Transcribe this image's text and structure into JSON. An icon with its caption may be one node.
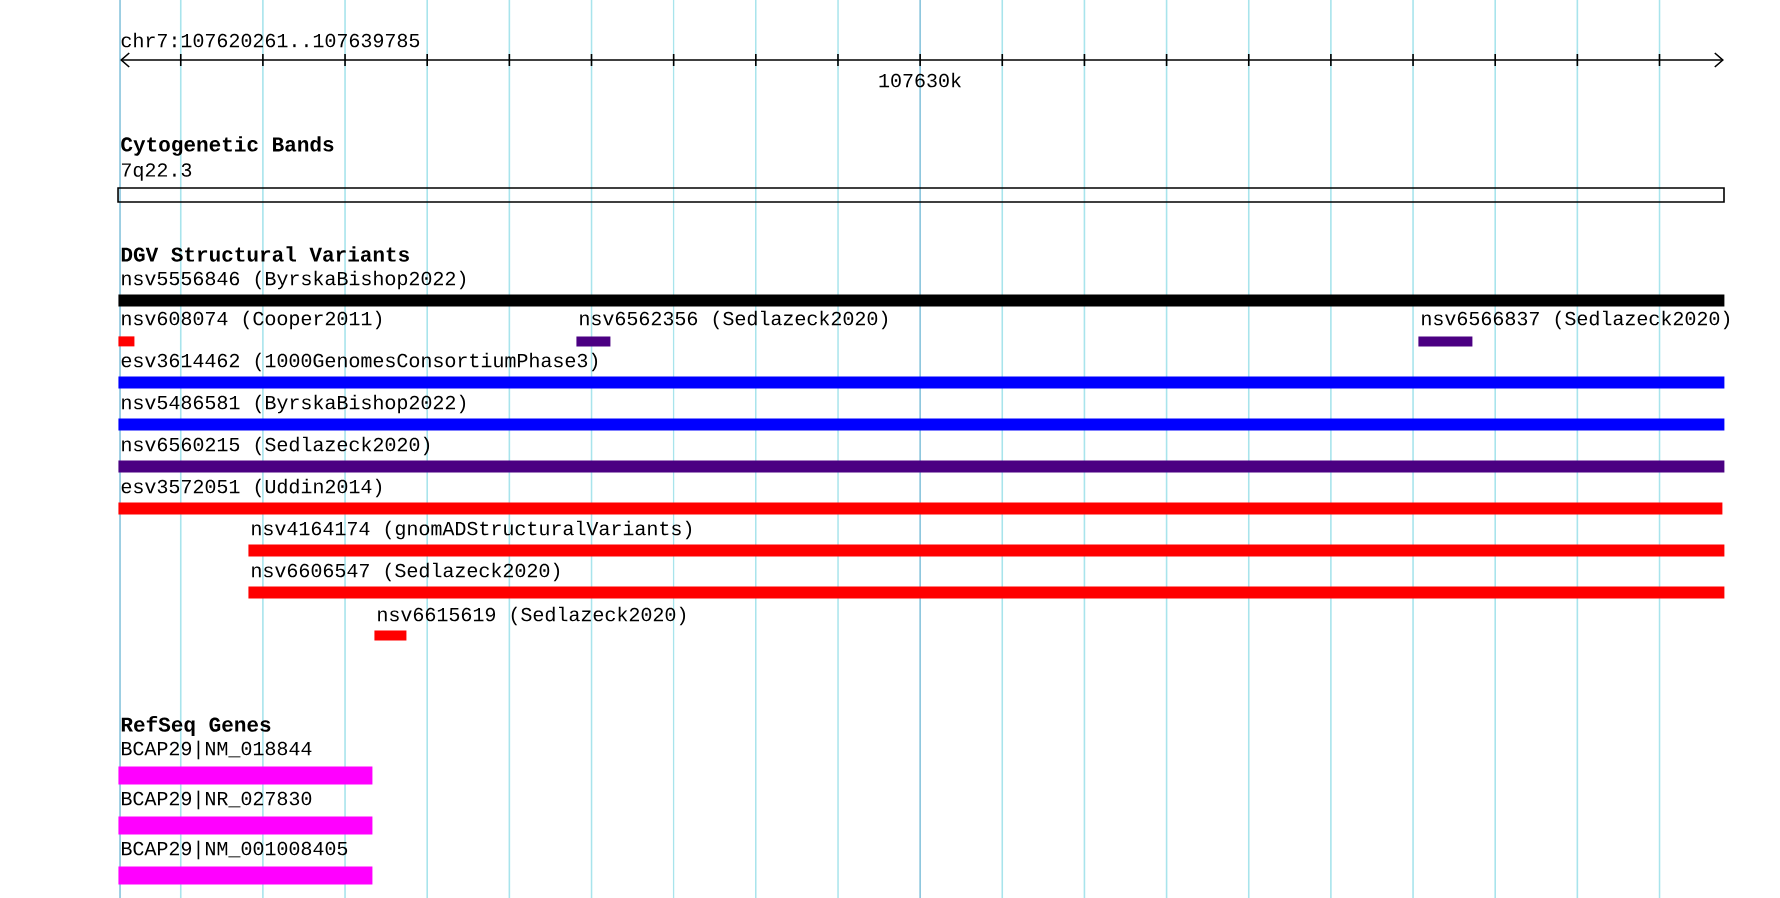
{
  "diagram": {
    "nodes": [
      {
        "text": [
          "7q22.3"
        ]
      },
      {
        "text": [
          "nsv5556846 (ByrskaBishop2022)"
        ]
      },
      {
        "text": [
          "nsv608074 (Cooper2011)"
        ]
      },
      {
        "text": [
          "nsv6562356 (Sedlazeck2020)"
        ]
      },
      {
        "text": [
          "nsv6566837 (Sedlazeck2020)"
        ]
      },
      {
        "text": [
          "esv3614462 (1000GenomesConsortiumPhase3)"
        ]
      },
      {
        "text": [
          "nsv5486581 (ByrskaBishop2022)"
        ]
      },
      {
        "text": [
          "nsv6560215 (Sedlazeck2020)"
        ]
      },
      {
        "text": [
          "esv3572051 (Uddin2014)"
        ]
      },
      {
        "text": [
          "nsv4164174 (gnomADStructuralVariants)"
        ]
      },
      {
        "text": [
          "nsv6606547 (Sedlazeck2020)"
        ]
      },
      {
        "text": [
          "nsv6615619 (Sedlazeck2020)"
        ]
      },
      {
        "text": [
          "BCAP29|NM_018844"
        ]
      },
      {
        "text": [
          "BCAP29|NR_027830"
        ]
      },
      {
        "text": [
          "BCAP29|NM_001008405"
        ]
      }
    ],
    "labels": [
      "chr7:107620261..107639785",
      "107630k",
      "Cytogenetic Bands",
      "DGV Structural Variants",
      "RefSeq Genes"
    ]
  }
}
